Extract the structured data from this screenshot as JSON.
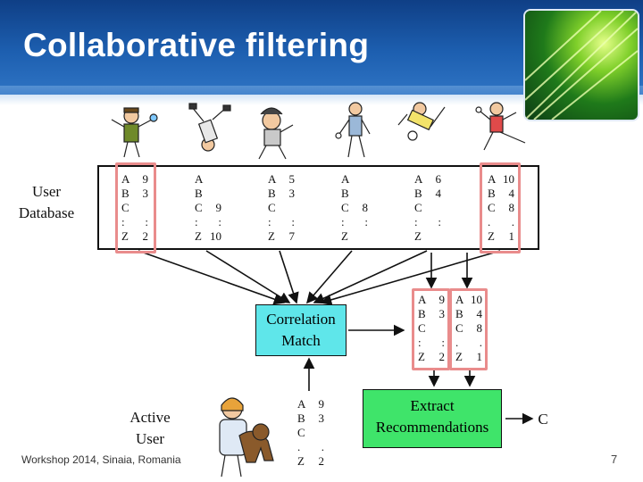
{
  "title": "Collaborative filtering",
  "labels": {
    "user_database": [
      "User",
      "Database"
    ],
    "active_user": [
      "Active",
      "User"
    ],
    "correlation": [
      "Correlation",
      "Match"
    ],
    "extract": [
      "Extract",
      "Recommendations"
    ],
    "result": "C"
  },
  "database_users": [
    {
      "rows": [
        [
          "A",
          "9"
        ],
        [
          "B",
          "3"
        ],
        [
          "C",
          ""
        ],
        [
          ":",
          ":"
        ],
        [
          "Z",
          "2"
        ]
      ],
      "highlighted": true
    },
    {
      "rows": [
        [
          "A",
          ""
        ],
        [
          "B",
          ""
        ],
        [
          "C",
          "9"
        ],
        [
          ":",
          ":"
        ],
        [
          "Z",
          "10"
        ]
      ],
      "highlighted": false
    },
    {
      "rows": [
        [
          "A",
          "5"
        ],
        [
          "B",
          "3"
        ],
        [
          "C",
          ""
        ],
        [
          ":",
          ":"
        ],
        [
          "Z",
          "7"
        ]
      ],
      "highlighted": false
    },
    {
      "rows": [
        [
          "A",
          ""
        ],
        [
          "B",
          ""
        ],
        [
          "C",
          "8"
        ],
        [
          ":",
          ":"
        ],
        [
          "Z",
          ""
        ]
      ],
      "highlighted": false
    },
    {
      "rows": [
        [
          "A",
          "6"
        ],
        [
          "B",
          "4"
        ],
        [
          "C",
          ""
        ],
        [
          ":",
          ":"
        ],
        [
          "Z",
          ""
        ]
      ],
      "highlighted": false
    },
    {
      "rows": [
        [
          "A",
          "10"
        ],
        [
          "B",
          "4"
        ],
        [
          "C",
          "8"
        ],
        [
          ".",
          "."
        ],
        [
          "Z",
          "1"
        ]
      ],
      "highlighted": true
    }
  ],
  "matched": [
    {
      "rows": [
        [
          "A",
          "9"
        ],
        [
          "B",
          "3"
        ],
        [
          "C",
          ""
        ],
        [
          ":",
          ":"
        ],
        [
          "Z",
          "2"
        ]
      ]
    },
    {
      "rows": [
        [
          "A",
          "10"
        ],
        [
          "B",
          "4"
        ],
        [
          "C",
          "8"
        ],
        [
          ".",
          "."
        ],
        [
          "Z",
          "1"
        ]
      ]
    }
  ],
  "active_ratings": {
    "rows": [
      [
        "A",
        "9"
      ],
      [
        "B",
        "3"
      ],
      [
        "C",
        ""
      ],
      [
        ".",
        "."
      ],
      [
        "Z",
        "2"
      ]
    ]
  },
  "colors": {
    "header": "#1d5fb0",
    "highlight": "#e98c8c",
    "correlation_fill": "#5fe6ea",
    "extract_fill": "#3fe46a"
  },
  "footer": "Workshop 2014, Sinaia, Romania",
  "page_number": "7"
}
